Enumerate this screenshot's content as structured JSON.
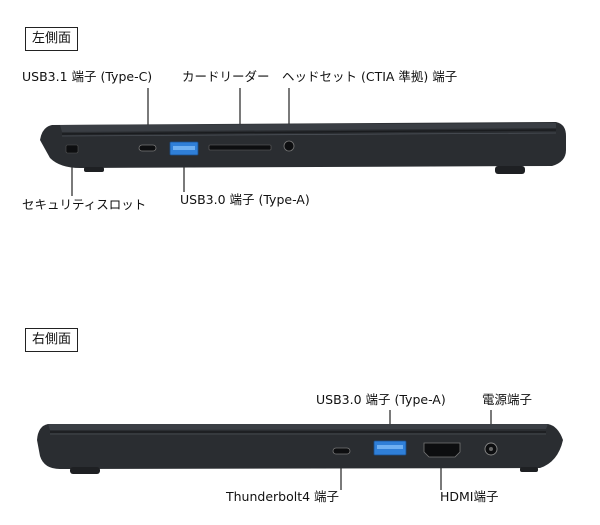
{
  "left_side": {
    "section_label": "左側面",
    "callouts": {
      "usb31_typec": "USB3.1 端子 (Type-C)",
      "card_reader": "カードリーダー",
      "headset": "ヘッドセット (CTIA 準拠) 端子",
      "security_slot": "セキュリティスロット",
      "usb30_typea": "USB3.0 端子 (Type-A)"
    }
  },
  "right_side": {
    "section_label": "右側面",
    "callouts": {
      "usb30_typea": "USB3.0 端子 (Type-A)",
      "power": "電源端子",
      "thunderbolt4": "Thunderbolt4 端子",
      "hdmi": "HDMI端子"
    }
  },
  "colors": {
    "body": "#2a2d31",
    "body_dark": "#15171a",
    "usb_blue": "#2f7fd8",
    "leader": "#222222"
  }
}
